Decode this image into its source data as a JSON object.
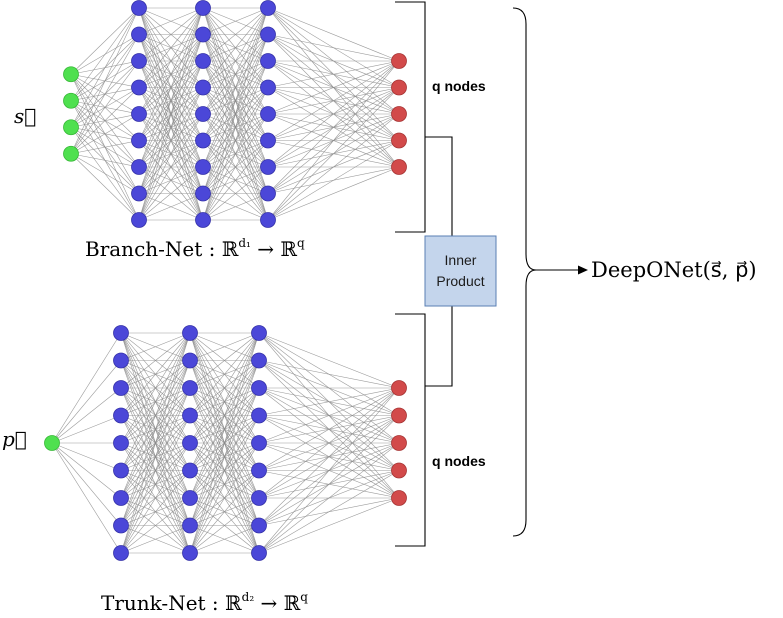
{
  "branch_net": {
    "input_label": "s⃗",
    "layer_sizes": [
      4,
      9,
      9,
      9,
      5
    ],
    "output_label": "q nodes",
    "caption_main": "Branch-Net : ℝ",
    "caption_sup": "d₁",
    "caption_tail": " → ℝ",
    "caption_tail_sup": "q"
  },
  "trunk_net": {
    "input_label": "p⃗",
    "layer_sizes": [
      1,
      9,
      9,
      9,
      5
    ],
    "output_label": "q nodes",
    "caption_main": "Trunk-Net : ℝ",
    "caption_sup": "d₂",
    "caption_tail": " → ℝ",
    "caption_tail_sup": "q"
  },
  "combiner": {
    "line1": "Inner",
    "line2": "Product"
  },
  "output_label": "DeepONet(s⃗, p⃗)",
  "colors": {
    "input_node": "#4fe04f",
    "hidden_node": "#4b47d8",
    "output_node": "#d24a4a",
    "box_fill": "#c4d5ec"
  }
}
